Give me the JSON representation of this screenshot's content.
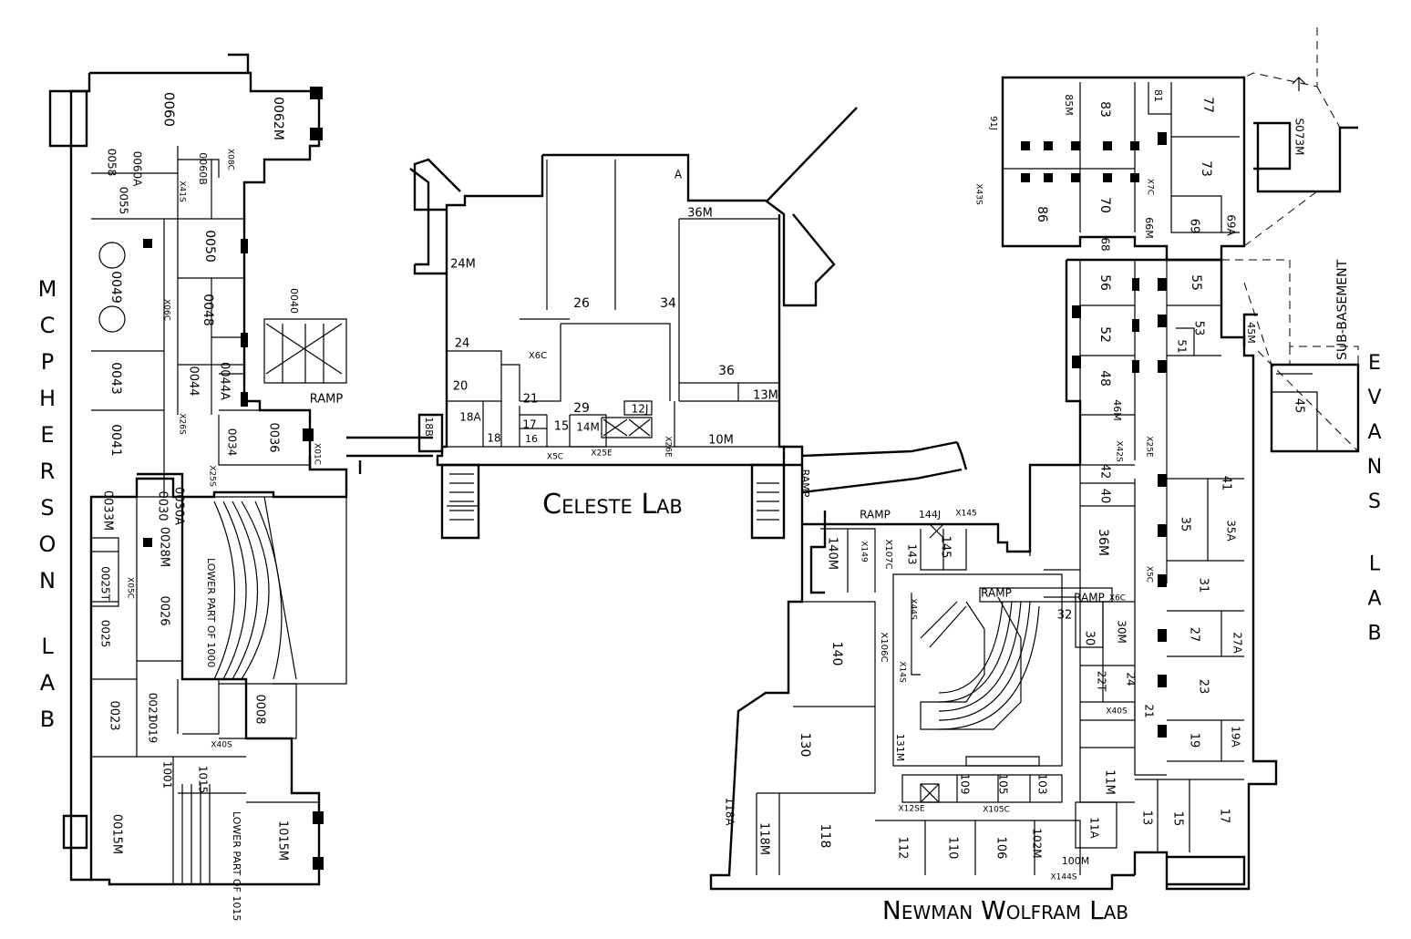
{
  "buildings": {
    "mcpherson": "McPherson Lab",
    "celeste": "Celeste Lab",
    "evans": "Evans Lab",
    "newman": "Newman Wolfram Lab"
  },
  "labels": {
    "sub_basement": "SUB-BASEMENT",
    "lower_part_1000": "LOWER PART OF 1000",
    "lower_part_1015": "LOWER PART OF 1015"
  },
  "rooms": {
    "r0060": "0060",
    "r0062M": "0062M",
    "r0060A": "0060A",
    "r0058": "0058",
    "r0060B": "0060B",
    "x08c": "X08C",
    "r0055": "0055",
    "x41s": "X41S",
    "r0050": "0050",
    "r0049": "0049",
    "x06c": "X06C",
    "r0048": "0048",
    "r0040": "0040",
    "r0043": "0043",
    "r0044": "0044",
    "r0044A": "0044A",
    "r0041": "0041",
    "x26s": "X26S",
    "r0034": "0034",
    "r0036": "0036",
    "x01c": "X01C",
    "ramp_m": "RAMP",
    "x25s": "X25S",
    "r0033M": "0033M",
    "r0030": "0030",
    "r0030A": "0030A",
    "r0028M": "0028M",
    "x05c": "X05C",
    "r0026": "0026",
    "r0025T": "0025T",
    "r0025": "0025",
    "r0023": "0023",
    "r0021": "0021",
    "r0019": "0019",
    "r0008": "0008",
    "x40s": "X40S",
    "r1001": "1001",
    "r1015": "1015",
    "r0015M": "0015M",
    "r1015M": "1015M",
    "r24M": "24M",
    "r24": "24",
    "r26": "26",
    "r34": "34",
    "r36M": "36M",
    "rA": "A",
    "r36": "36",
    "r20": "20",
    "x6c": "X6C",
    "r21": "21",
    "r29": "29",
    "r12J": "12J",
    "r11M": "11M",
    "r13M": "13M",
    "r18A": "18A",
    "r18": "18",
    "r17": "17",
    "r15": "15",
    "r14M": "14M",
    "r16": "16",
    "r10M": "10M",
    "r18B": "18B",
    "x5c": "X5C",
    "x25e": "X25E",
    "x26e": "X26E",
    "r85M": "85M",
    "r83": "83",
    "r81": "81",
    "r77": "77",
    "r91J": "91J",
    "r73": "73",
    "r86": "86",
    "r70": "70",
    "x7c": "X7C",
    "r69": "69",
    "r69A": "69A",
    "r68": "68",
    "r66M": "66M",
    "x43s": "X43S",
    "r073M": "S073M",
    "r56": "56",
    "r55": "55",
    "r52": "52",
    "r53": "53",
    "r51": "51",
    "r45M": "45M",
    "r48": "48",
    "r46M": "46M",
    "r45": "45",
    "x42s": "X42S",
    "x25e_e": "X25E",
    "r42": "42",
    "r41": "41",
    "r40": "40",
    "r36M_e": "36M",
    "r35": "35",
    "r35A": "35A",
    "x5c_e": "X5C",
    "r31": "31",
    "ramp_e": "RAMP",
    "x6c_e": "X6C",
    "r32": "32",
    "r30": "30",
    "r30M": "30M",
    "r27": "27",
    "r27A": "27A",
    "r22T": "22T",
    "r24_e": "24",
    "r23": "23",
    "x40s_e": "X40S",
    "r21_e": "21",
    "r19": "19",
    "r19A": "19A",
    "r13": "13",
    "r15_e": "15",
    "r17_e": "17",
    "r11A": "11A",
    "ramp_n": "RAMP",
    "ramp_n2": "RAMP",
    "r144J": "144J",
    "x145": "X145",
    "r140M": "140M",
    "x149": "X149",
    "x107c": "X107C",
    "r143": "143",
    "r145": "145",
    "x44s": "X44S",
    "ramp_n3": "RAMP",
    "x106c": "X106C",
    "r140": "140",
    "x14s": "X14S",
    "r130": "130",
    "r131M": "131M",
    "r109": "109",
    "r105": "105",
    "r103": "103",
    "x12se": "X12SE",
    "x105c": "X105C",
    "r118A": "118A",
    "r118M": "118M",
    "r118": "118",
    "r112": "112",
    "r110": "110",
    "r106": "106",
    "r102M": "102M",
    "r100M": "100M",
    "x144s": "X144S"
  }
}
